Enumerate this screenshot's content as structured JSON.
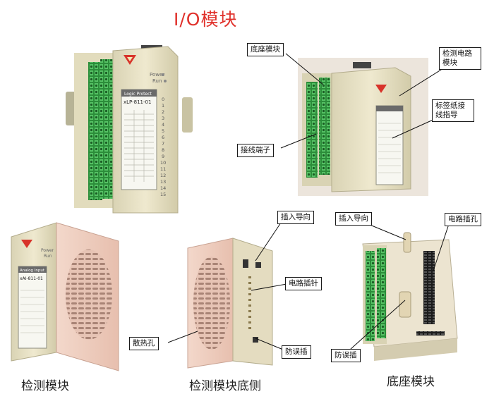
{
  "page_title": "I/O模块",
  "photos": {
    "main_module": {
      "brand": "Logic Protect",
      "model": "xLP-811-01",
      "power_label": "Power",
      "run_label": "Run",
      "channel_numbers": [
        "0",
        "1",
        "2",
        "3",
        "4",
        "5",
        "6",
        "7",
        "8",
        "9",
        "10",
        "11",
        "12",
        "13",
        "14",
        "15"
      ]
    },
    "detect_module": {
      "brand": "Analog Input",
      "model": "xAI-811-01",
      "power_label": "Power",
      "run_label": "Run"
    }
  },
  "callouts": {
    "base_module": "底座模块",
    "detect_circuit_module": "检测电路模块",
    "label_paper": "标签纸接线指导",
    "wiring_terminal": "接线端子",
    "insert_guide_1": "插入导向",
    "circuit_pin": "电路插针",
    "heat_holes": "散热孔",
    "anti_misinsert_1": "防误插",
    "insert_guide_2": "插入导向",
    "circuit_socket": "电路插孔",
    "anti_misinsert_2": "防误插"
  },
  "captions": {
    "detect_module": "检测模块",
    "detect_module_bottom": "检测模块底侧",
    "base_module": "底座模块"
  },
  "colors": {
    "title": "#e0312b",
    "housing": "#e9e3c6",
    "terminal_green": "#2f9a3e",
    "heatsink_pink": "#f1d3c6"
  }
}
